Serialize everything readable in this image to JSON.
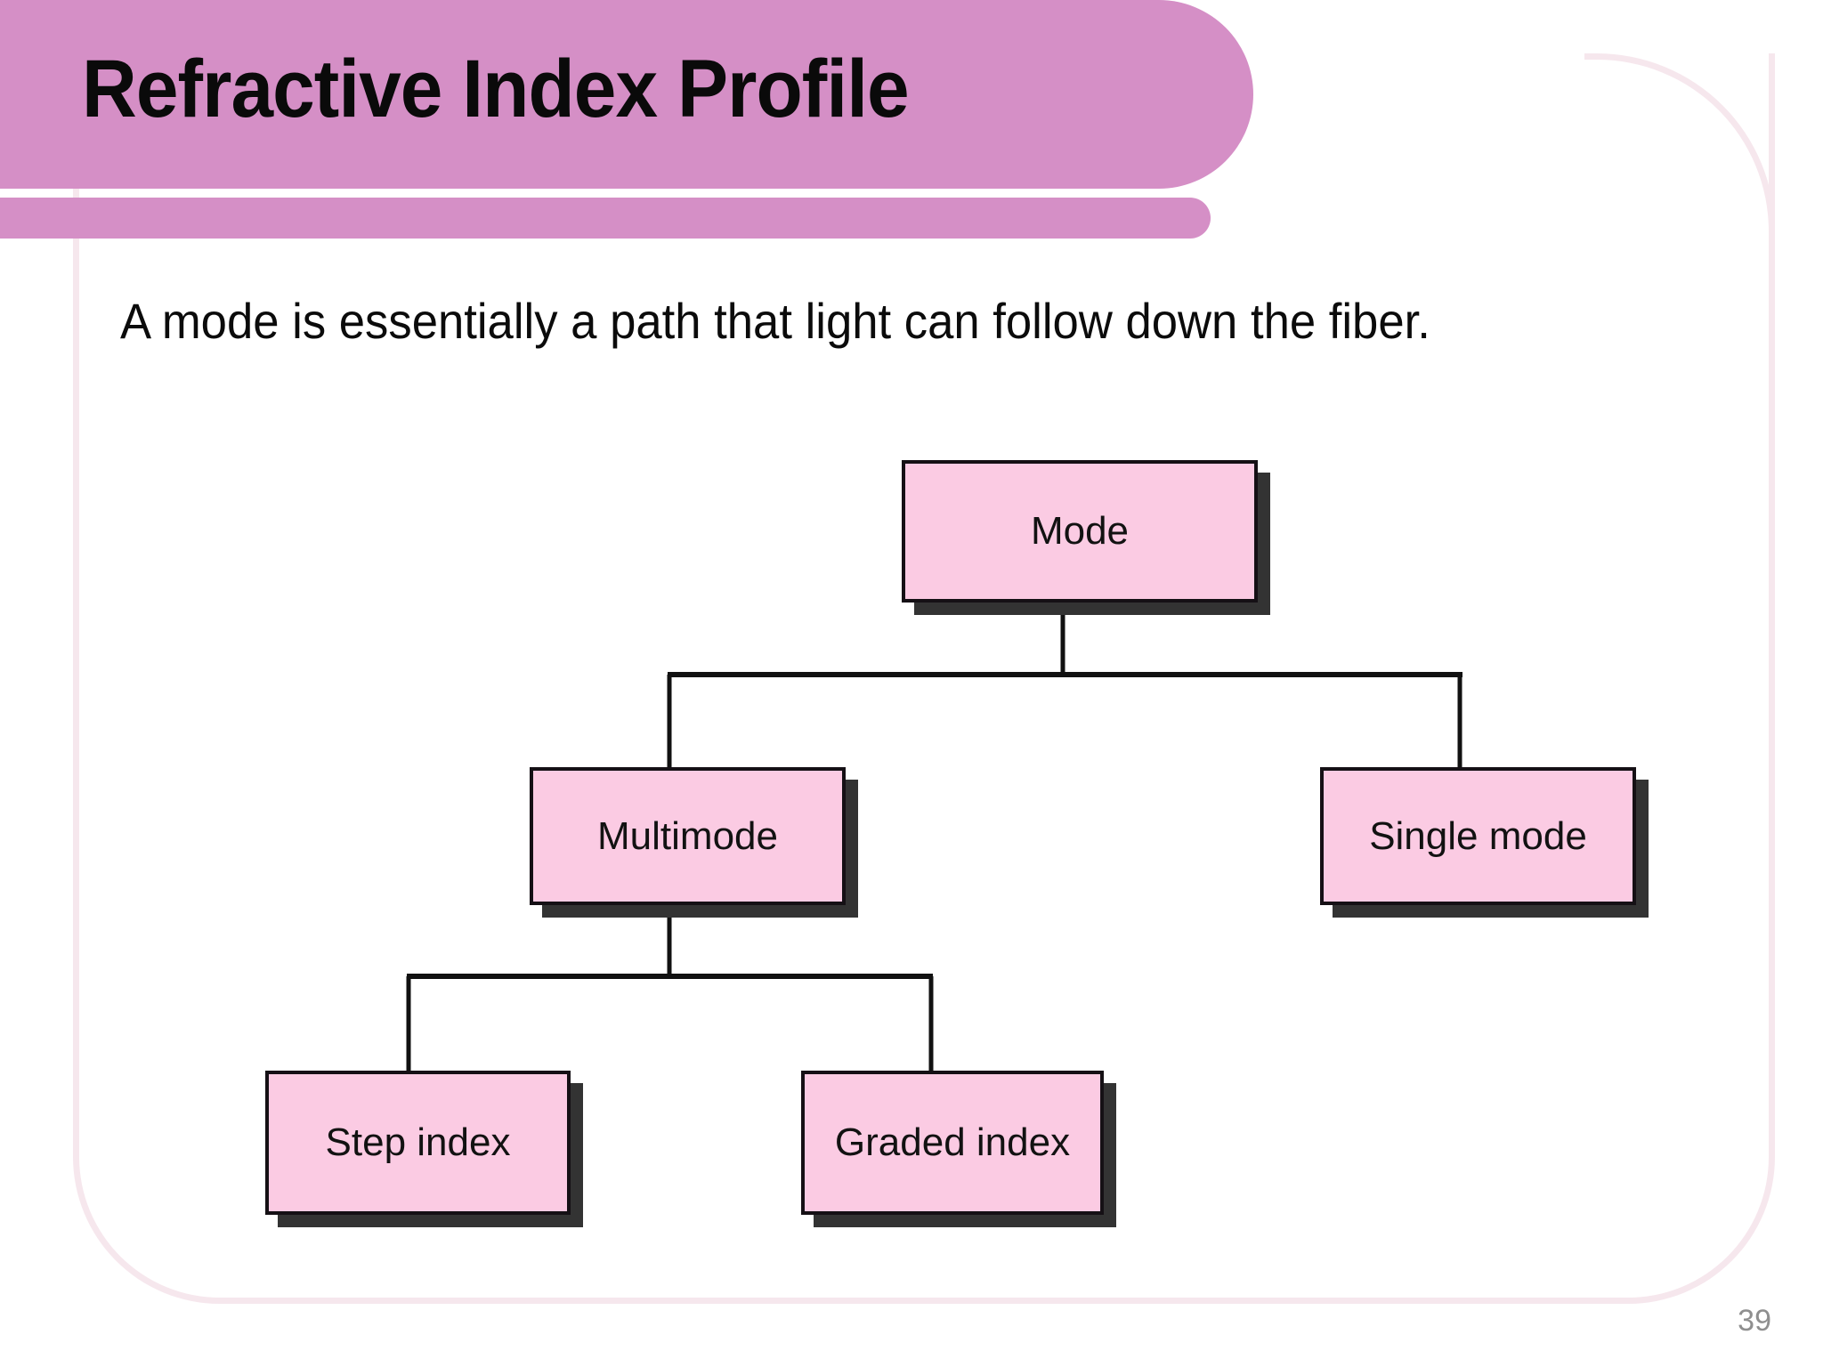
{
  "slide": {
    "title": "Refractive Index Profile",
    "body_text": "A mode is essentially a path that light can follow down the fiber.",
    "page_number": "39",
    "colors": {
      "header_pink": "#d58fc6",
      "frame_pink": "#f6e7ed",
      "node_fill": "#fbcbe3",
      "node_border": "#151015",
      "node_shadow": "#333333",
      "page_number_gray": "#8f8f8f"
    }
  },
  "diagram": {
    "type": "tree",
    "nodes": [
      {
        "id": "mode",
        "label": "Mode",
        "level": 0
      },
      {
        "id": "multimode",
        "label": "Multimode",
        "level": 1
      },
      {
        "id": "single",
        "label": "Single mode",
        "level": 1
      },
      {
        "id": "step",
        "label": "Step index",
        "level": 2
      },
      {
        "id": "graded",
        "label": "Graded index",
        "level": 2
      }
    ],
    "edges": [
      {
        "from": "mode",
        "to": "multimode"
      },
      {
        "from": "mode",
        "to": "single"
      },
      {
        "from": "multimode",
        "to": "step"
      },
      {
        "from": "multimode",
        "to": "graded"
      }
    ]
  }
}
